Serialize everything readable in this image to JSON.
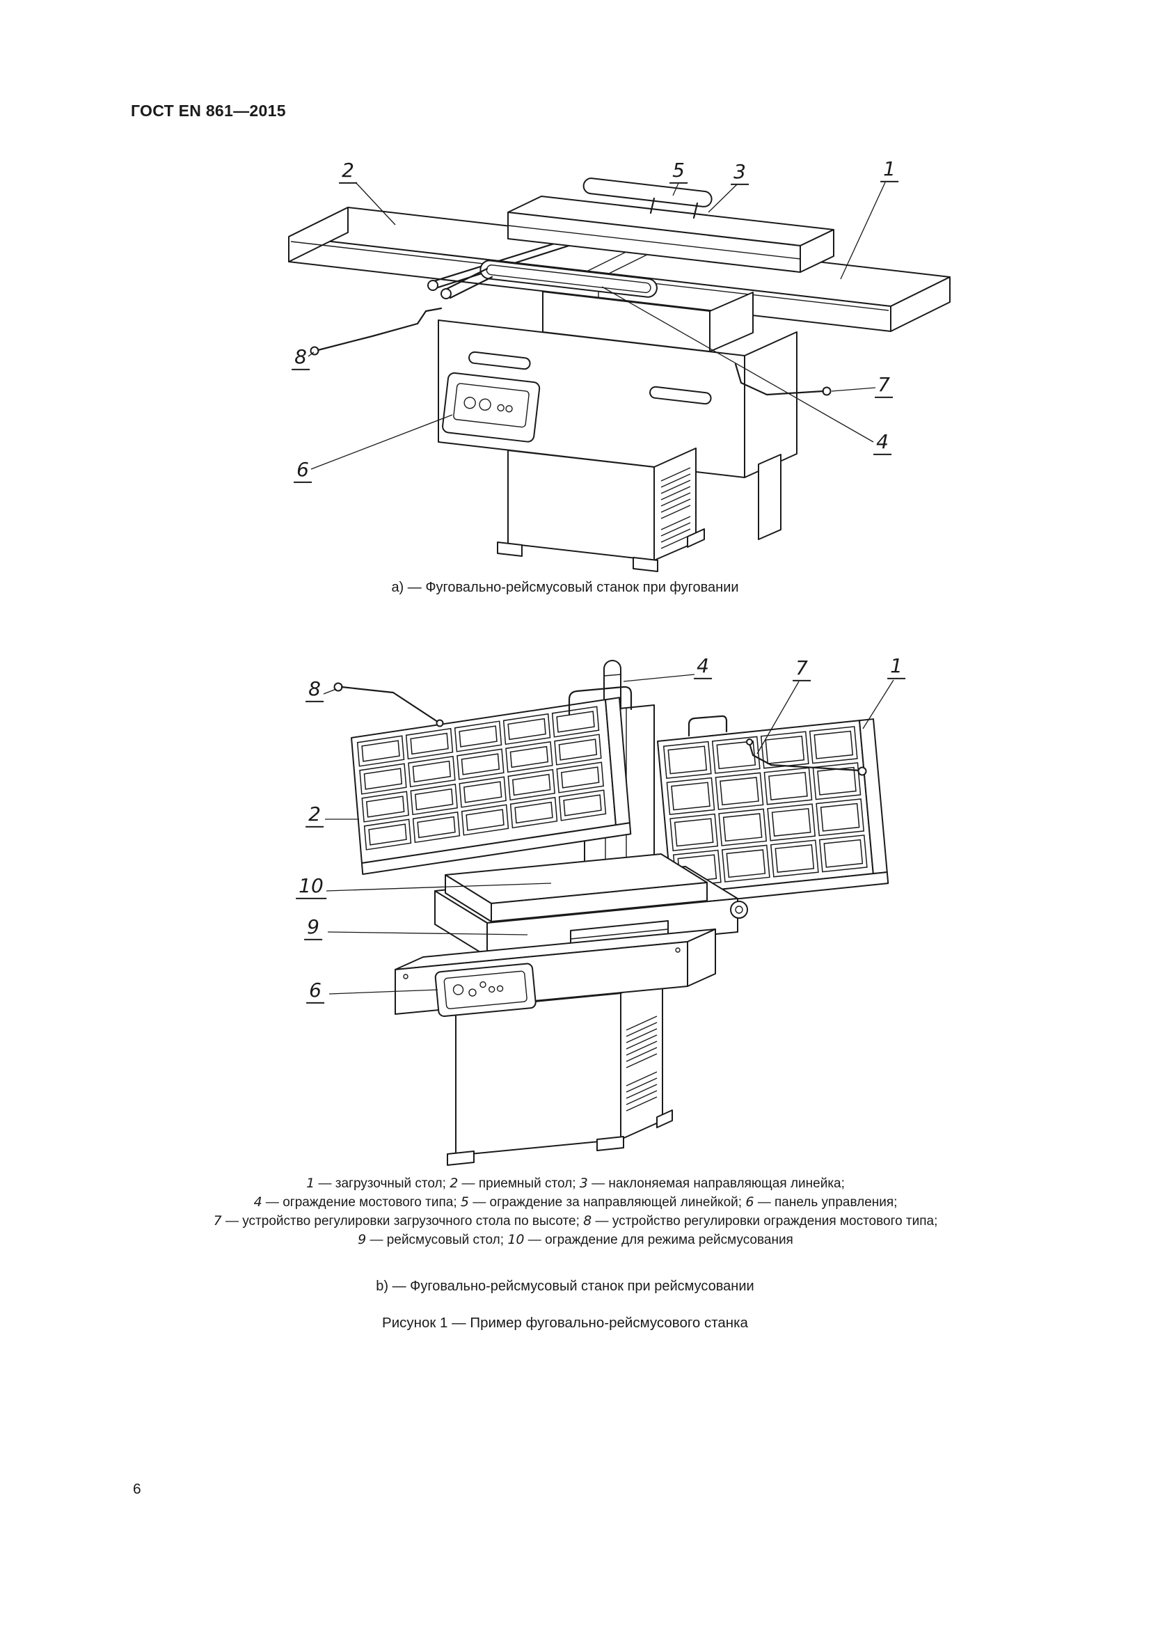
{
  "document": {
    "header": "ГОСТ EN 861—2015",
    "page_number": "6",
    "figure_caption": "Рисунок 1 — Пример фуговально-рейсмусового станка"
  },
  "figure_a": {
    "caption": "а) — Фуговально-рейсмусовый станок при фуговании",
    "callouts": {
      "n1": "1",
      "n2": "2",
      "n3": "3",
      "n4": "4",
      "n5": "5",
      "n6": "6",
      "n7": "7",
      "n8": "8"
    }
  },
  "figure_b": {
    "caption": "b) — Фуговально-рейсмусовый станок при рейсмусовании",
    "callouts": {
      "n1": "1",
      "n2": "2",
      "n4": "4",
      "n6": "6",
      "n7": "7",
      "n8": "8",
      "n9": "9",
      "n10": "10"
    }
  },
  "legend": {
    "lines": [
      {
        "items": [
          {
            "n": "1",
            "t": " — загрузочный стол; "
          },
          {
            "n": "2",
            "t": " — приемный стол; "
          },
          {
            "n": "3",
            "t": " — наклоняемая направляющая линейка;"
          }
        ]
      },
      {
        "items": [
          {
            "n": "4",
            "t": " — ограждение мостового типа; "
          },
          {
            "n": "5",
            "t": " — ограждение за направляющей линейкой; "
          },
          {
            "n": "6",
            "t": " — панель управления;"
          }
        ]
      },
      {
        "items": [
          {
            "n": "7",
            "t": " — устройство регулировки загрузочного стола по высоте; "
          },
          {
            "n": "8",
            "t": " — устройство регулировки ограждения мостового типа;"
          }
        ]
      },
      {
        "items": [
          {
            "n": "9",
            "t": " — рейсмусовый стол; "
          },
          {
            "n": "10",
            "t": " — ограждение для режима рейсмусования"
          }
        ]
      }
    ]
  }
}
